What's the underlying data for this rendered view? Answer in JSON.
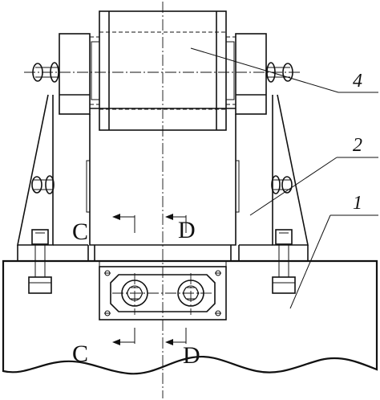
{
  "labels": {
    "part_4": "4",
    "part_2": "2",
    "part_1": "1",
    "section_c_top": "C",
    "section_d_top": "D",
    "section_c_bottom": "C",
    "section_d_bottom": "D"
  }
}
